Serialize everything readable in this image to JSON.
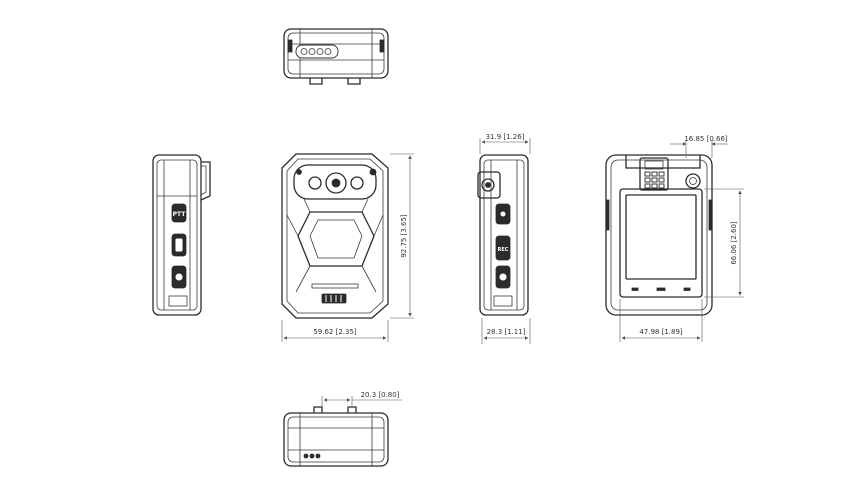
{
  "dimensions": {
    "front_width": "59.62 [2.35]",
    "front_height": "92.75 [3.65]",
    "side_depth": "28.3 [1.11]",
    "side_top_depth": "31.9 [1.26]",
    "back_width": "47.98 [1.89]",
    "back_height": "66.06 [2.60]",
    "back_top_offset": "16.85 [0.66]",
    "bottom_offset": "20.3 [0.80]"
  },
  "button_marks": {
    "left_ptt": "PTT",
    "right_rec": "REC"
  }
}
